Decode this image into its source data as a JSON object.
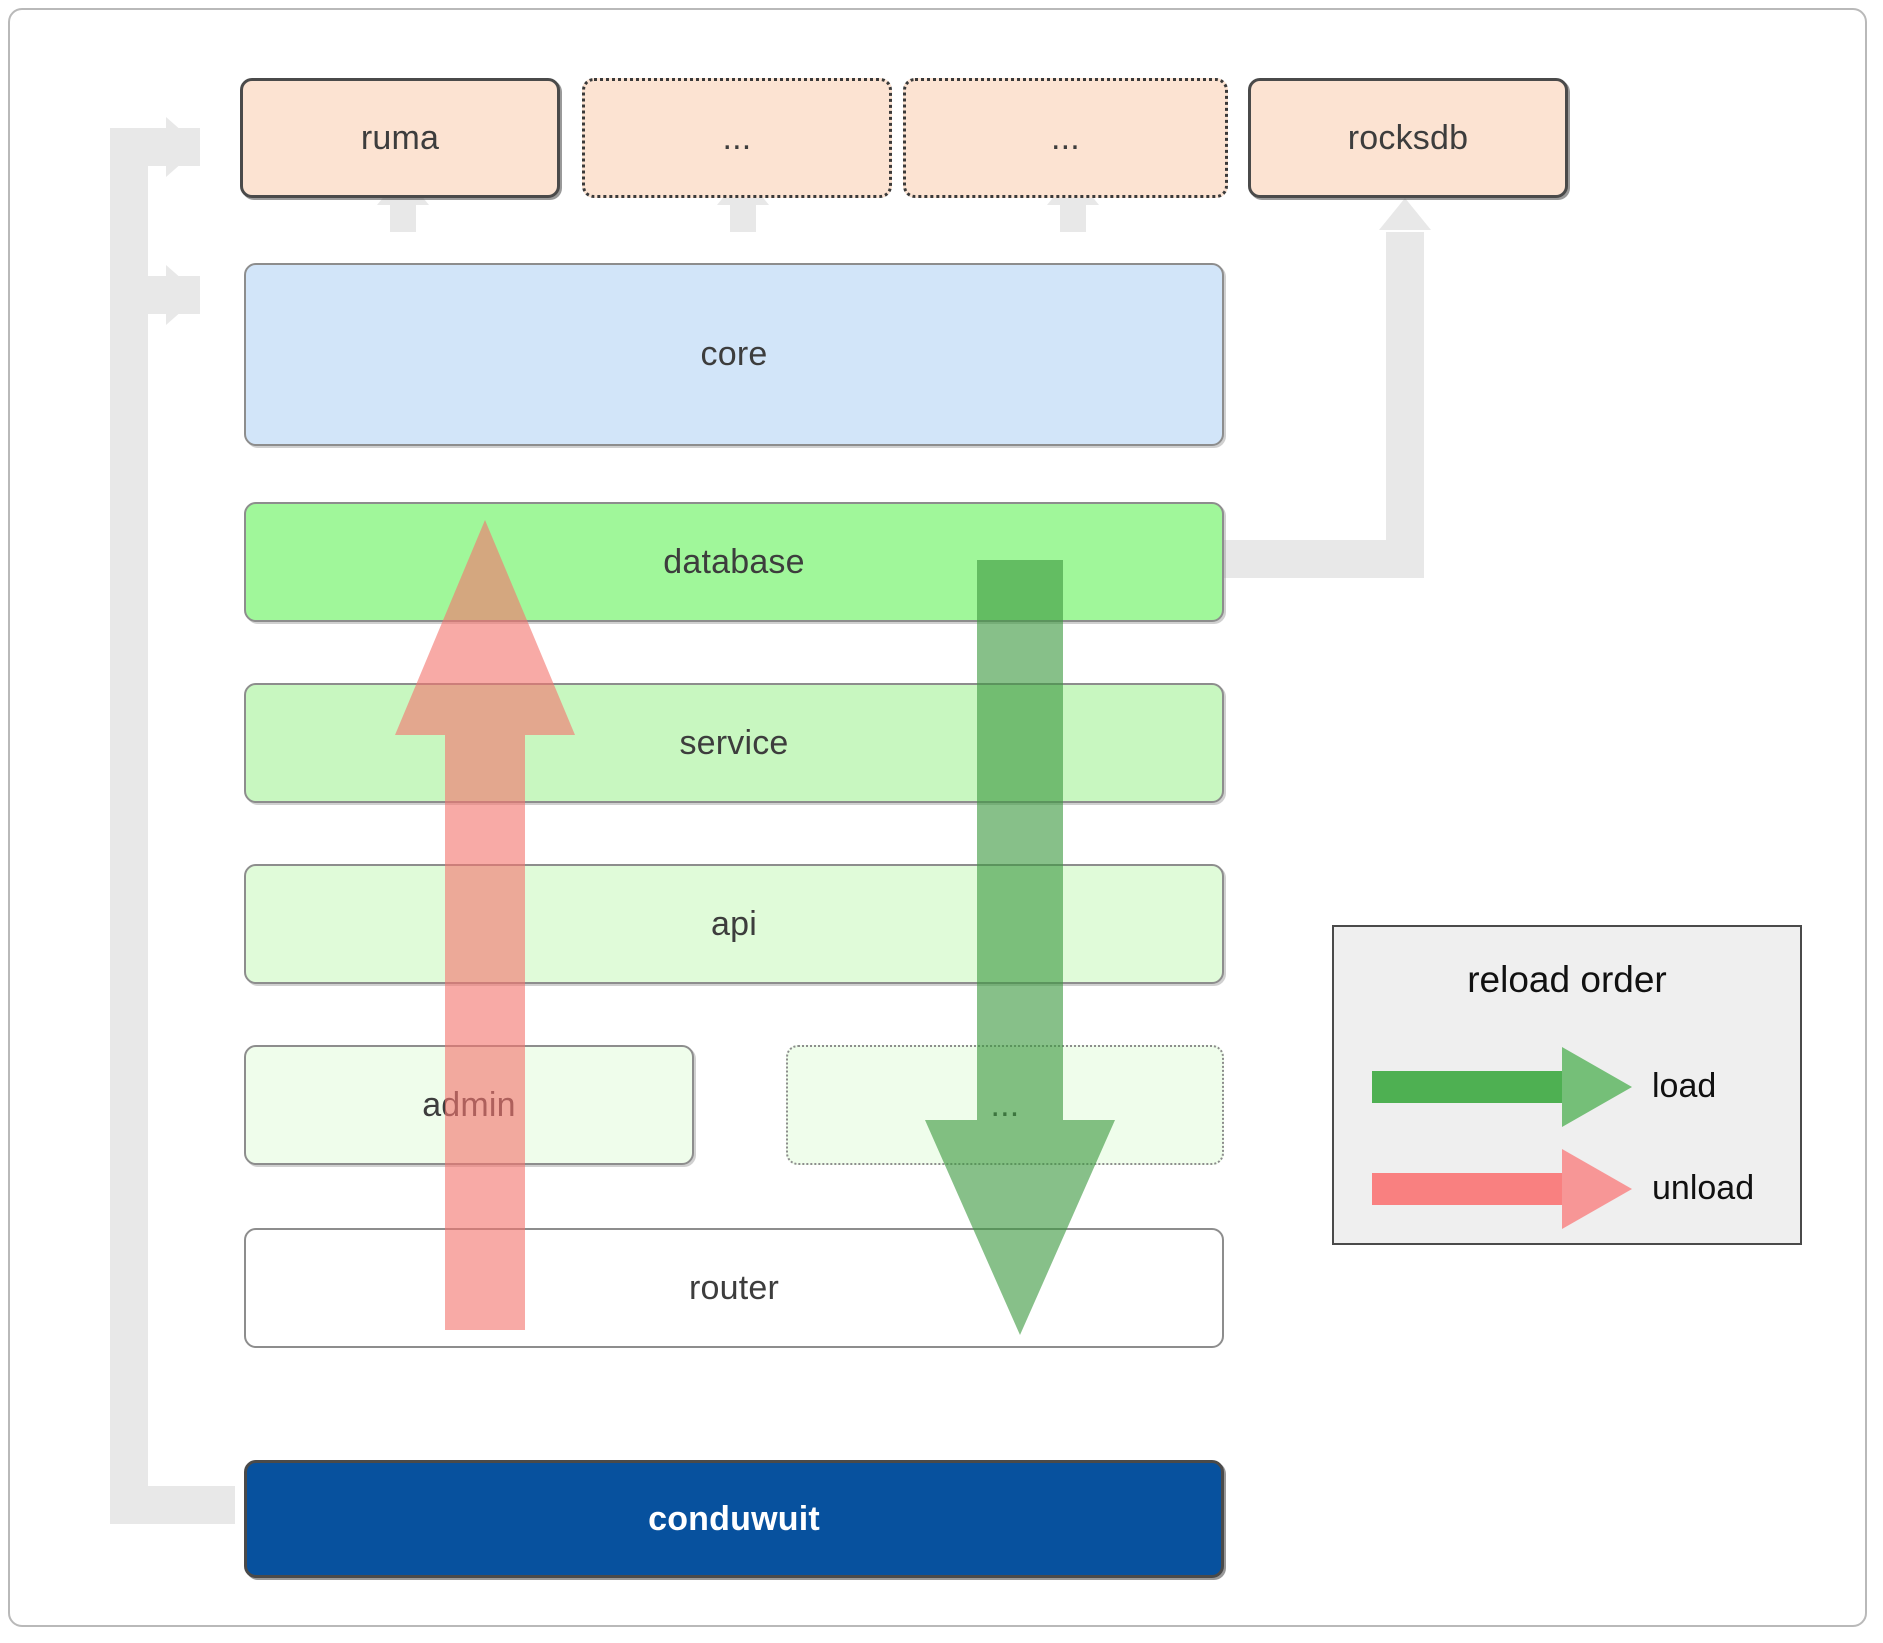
{
  "diagram": {
    "title": "conduwuit crate dependency / reload order diagram",
    "colors": {
      "dependency_box_fill": "#fce3d2",
      "core_fill": "#d2e5f9",
      "database_fill": "#a0f79a",
      "service_fill": "#c8f7c0",
      "api_fill": "#e0fbd9",
      "admin_fill": "#effdeb",
      "dots_fill": "#effdeb",
      "router_fill": "#ffffff",
      "conduwuit_fill": "#07519e",
      "conduwuit_text": "#ffffff",
      "connector_gray": "#e8e8e8",
      "load_green": "#4caf50",
      "unload_red": "#f98080",
      "legend_fill": "#efefef",
      "frame_border": "#b9b9b9"
    },
    "external_deps": [
      {
        "label": "ruma",
        "style": "solid-dark"
      },
      {
        "label": "...",
        "style": "dotted-dark"
      },
      {
        "label": "...",
        "style": "dotted-dark"
      },
      {
        "label": "rocksdb",
        "style": "solid-dark"
      }
    ],
    "layers": [
      {
        "label": "core",
        "style": "solid-gray"
      },
      {
        "label": "database",
        "style": "solid-gray"
      },
      {
        "label": "service",
        "style": "solid-gray"
      },
      {
        "label": "api",
        "style": "solid-gray"
      },
      {
        "label": "admin",
        "style": "solid-gray"
      },
      {
        "label": "...",
        "style": "dotted-gray"
      },
      {
        "label": "router",
        "style": "plain-gray"
      }
    ],
    "root": {
      "label": "conduwuit"
    },
    "legend": {
      "title": "reload order",
      "items": [
        {
          "label": "load",
          "color": "green"
        },
        {
          "label": "unload",
          "color": "red"
        }
      ]
    }
  }
}
